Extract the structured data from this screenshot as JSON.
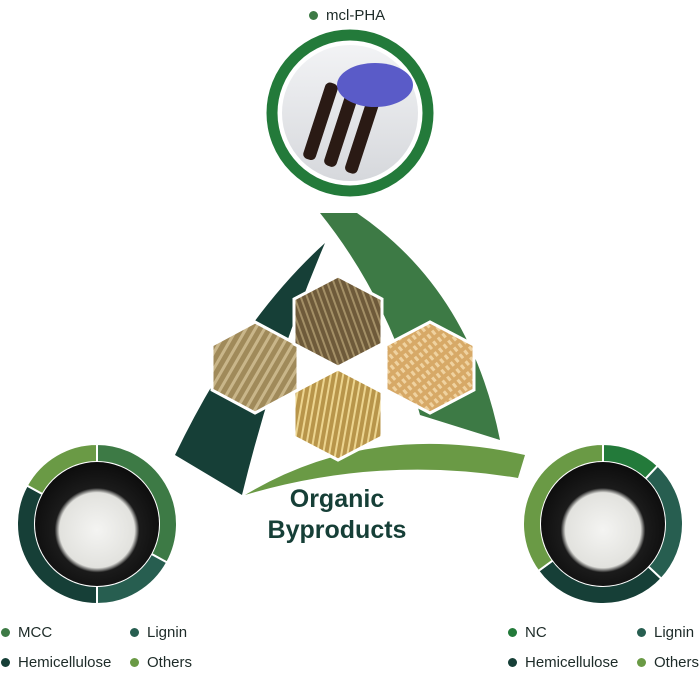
{
  "top_product": {
    "label": "mcl-PHA",
    "color": "#3d7a45"
  },
  "center": {
    "line1": "Organic",
    "line2": "Byproducts"
  },
  "colors": {
    "primary": "#3d7a45",
    "lignin": "#275e50",
    "hemicellulose": "#163f37",
    "others": "#6a9a45",
    "nc": "#237a3a"
  },
  "left_donut": {
    "legend": [
      {
        "label": "MCC",
        "value": 33,
        "color": "#3d7a45"
      },
      {
        "label": "Lignin",
        "value": 17,
        "color": "#275e50"
      },
      {
        "label": "Hemicellulose",
        "value": 33,
        "color": "#163f37"
      },
      {
        "label": "Others",
        "value": 17,
        "color": "#6a9a45"
      }
    ]
  },
  "right_donut": {
    "legend": [
      {
        "label": "NC",
        "value": 12,
        "color": "#237a3a"
      },
      {
        "label": "Lignin",
        "value": 25,
        "color": "#275e50"
      },
      {
        "label": "Hemicellulose",
        "value": 28,
        "color": "#163f37"
      },
      {
        "label": "Others",
        "value": 35,
        "color": "#6a9a45"
      }
    ]
  }
}
